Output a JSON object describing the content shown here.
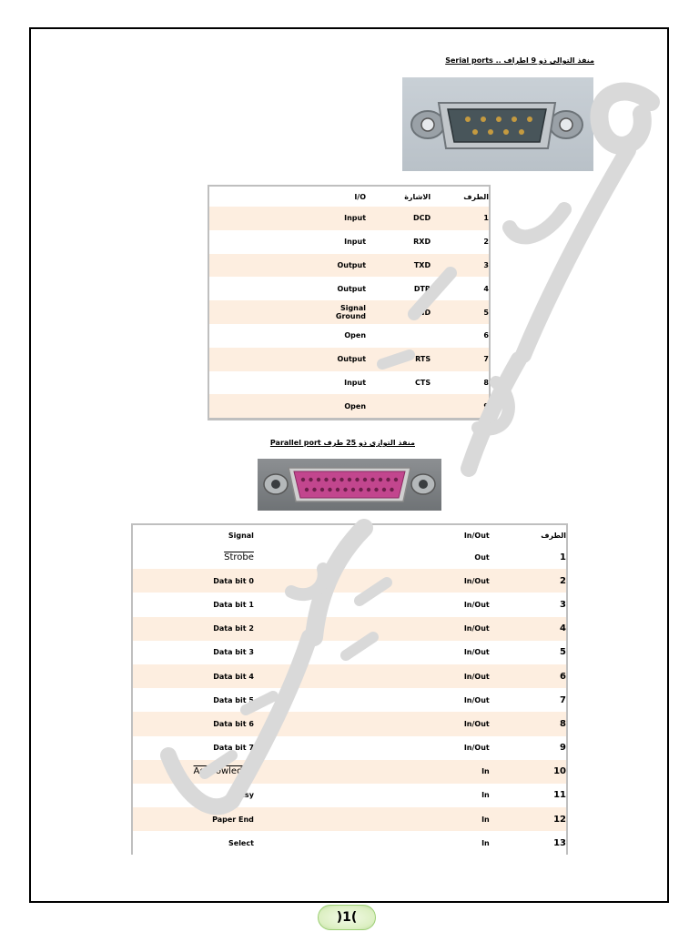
{
  "serial_heading": "منفذ التوالى ذو 9 اطراف ..  Serial ports",
  "serial_table": {
    "headers": {
      "pin": "الطرف",
      "signal": "الاشارة",
      "io": "I/O"
    },
    "rows": [
      {
        "pin": "1",
        "signal": "DCD",
        "io": "Input"
      },
      {
        "pin": "2",
        "signal": "RXD",
        "io": "Input"
      },
      {
        "pin": "3",
        "signal": "TXD",
        "io": "Output"
      },
      {
        "pin": "4",
        "signal": "DTR",
        "io": "Output"
      },
      {
        "pin": "5",
        "signal": "GND",
        "io": "Signal Ground"
      },
      {
        "pin": "6",
        "signal": "",
        "io": "Open"
      },
      {
        "pin": "7",
        "signal": "RTS",
        "io": "Output"
      },
      {
        "pin": "8",
        "signal": "CTS",
        "io": "Input"
      },
      {
        "pin": "9",
        "signal": "",
        "io": "Open"
      }
    ]
  },
  "parallel_heading": "منفذ التوازى ذو 25 طرف Parallel port",
  "parallel_table": {
    "headers": {
      "pin": "الطرف",
      "inout": "In/Out",
      "signal": "Signal"
    },
    "rows": [
      {
        "pin": "1",
        "inout": "Out",
        "signal": "Strobe"
      },
      {
        "pin": "2",
        "inout": "In/Out",
        "signal": "Data bit 0"
      },
      {
        "pin": "3",
        "inout": "In/Out",
        "signal": "Data bit 1"
      },
      {
        "pin": "4",
        "inout": "In/Out",
        "signal": "Data bit 2"
      },
      {
        "pin": "5",
        "inout": "In/Out",
        "signal": "Data bit 3"
      },
      {
        "pin": "6",
        "inout": "In/Out",
        "signal": "Data bit 4"
      },
      {
        "pin": "7",
        "inout": "In/Out",
        "signal": "Data bit 5"
      },
      {
        "pin": "8",
        "inout": "In/Out",
        "signal": "Data bit 6"
      },
      {
        "pin": "9",
        "inout": "In/Out",
        "signal": "Data bit 7"
      },
      {
        "pin": "10",
        "inout": "In",
        "signal": "Acknowledge"
      },
      {
        "pin": "11",
        "inout": "In",
        "signal": "Busy"
      },
      {
        "pin": "12",
        "inout": "In",
        "signal": "Paper End"
      },
      {
        "pin": "13",
        "inout": "In",
        "signal": "Select"
      }
    ]
  },
  "page_number": ")1(",
  "colors": {
    "row_alt": "#fdeee0",
    "watermark": "#d9d9d9",
    "page_badge": "#dcefc2"
  }
}
